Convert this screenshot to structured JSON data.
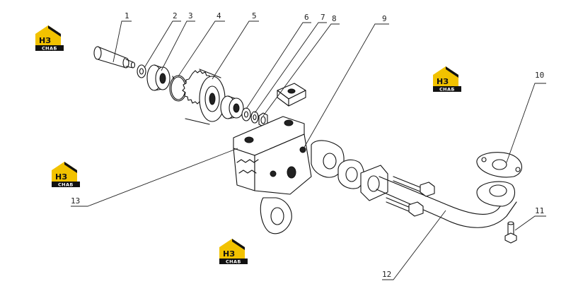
{
  "callouts": [
    {
      "id": "1",
      "label": "1"
    },
    {
      "id": "2",
      "label": "2"
    },
    {
      "id": "3",
      "label": "3"
    },
    {
      "id": "4",
      "label": "4"
    },
    {
      "id": "5",
      "label": "5"
    },
    {
      "id": "6",
      "label": "6"
    },
    {
      "id": "7",
      "label": "7"
    },
    {
      "id": "8",
      "label": "8"
    },
    {
      "id": "9",
      "label": "9"
    },
    {
      "id": "10",
      "label": "10"
    },
    {
      "id": "11",
      "label": "11"
    },
    {
      "id": "12",
      "label": "12"
    },
    {
      "id": "13",
      "label": "13"
    }
  ],
  "watermark": {
    "letters": "НЗ",
    "band_text": "СНАБ",
    "colors": {
      "house": "#f2c200",
      "roof": "#111111",
      "band": "#111111"
    }
  },
  "colors": {
    "line": "#111111",
    "background": "#ffffff"
  }
}
